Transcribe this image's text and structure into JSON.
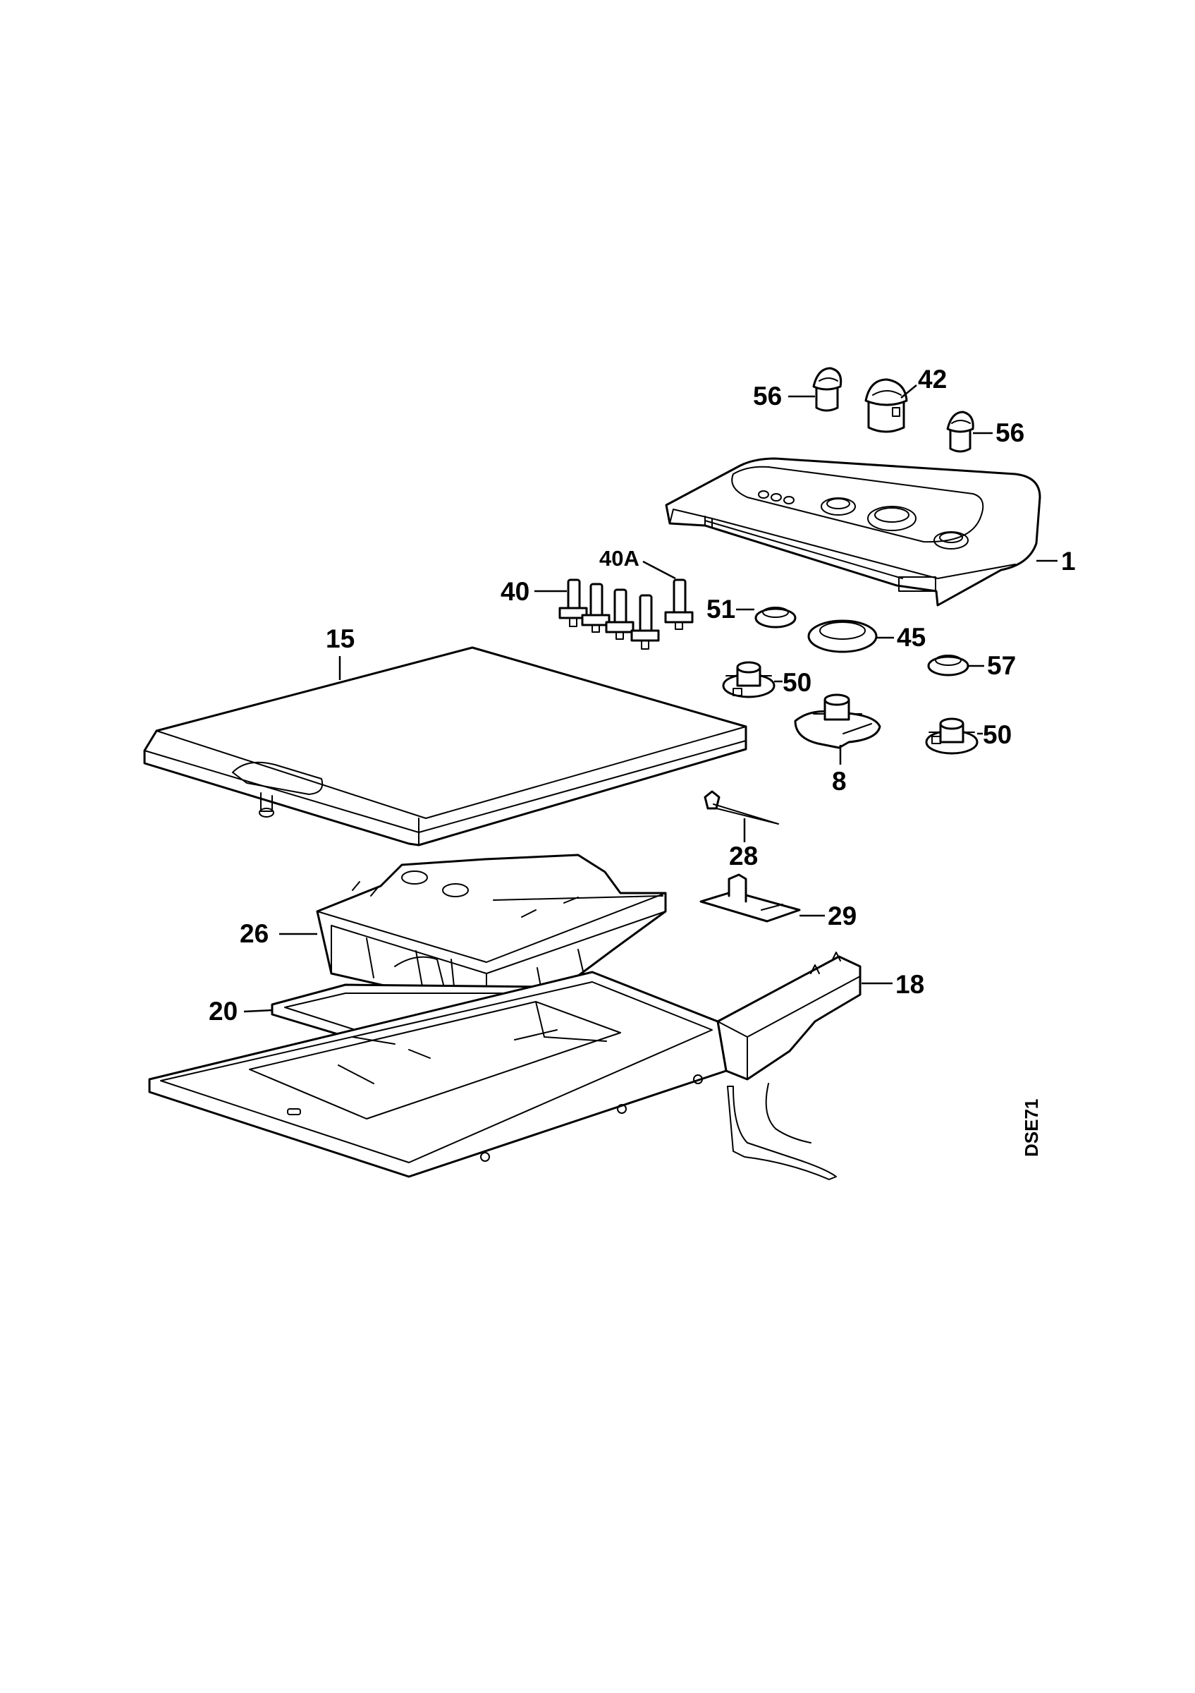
{
  "diagram": {
    "drawing_code": "DSE71",
    "callouts": {
      "c56a": "56",
      "c42": "42",
      "c56b": "56",
      "c1": "1",
      "c40a": "40A",
      "c40": "40",
      "c51": "51",
      "c45": "45",
      "c57": "57",
      "c15": "15",
      "c50a": "50",
      "c50b": "50",
      "c8": "8",
      "c28": "28",
      "c29": "29",
      "c26": "26",
      "c18": "18",
      "c20": "20"
    }
  }
}
